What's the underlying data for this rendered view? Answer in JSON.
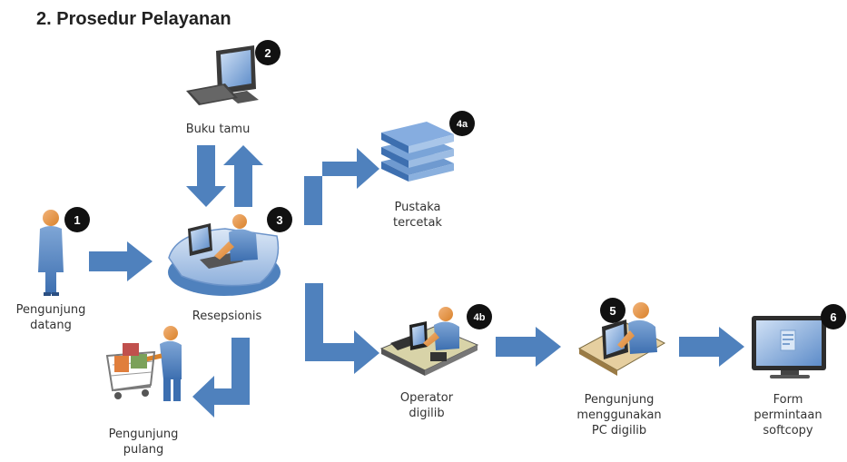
{
  "title": "2.  Prosedur Pelayanan",
  "accent_color": "#4f81bd",
  "badges": [
    "1",
    "2",
    "3",
    "4a",
    "4b",
    "5",
    "6"
  ],
  "labels": {
    "pengunjung_datang": [
      "Pengunjung",
      "datang"
    ],
    "buku_tamu": [
      "Buku tamu"
    ],
    "resepsionis": [
      "Resepsionis"
    ],
    "pustaka": [
      "Pustaka",
      "tercetak"
    ],
    "operator": [
      "Operator",
      "digilib"
    ],
    "pengunjung_pc": [
      "Pengunjung",
      "menggunakan",
      "PC digilib"
    ],
    "form": [
      "Form",
      "permintaan",
      "softcopy"
    ],
    "pulang": [
      "Pengunjung",
      "pulang"
    ]
  },
  "icons": {
    "visitor": "person-icon",
    "guestbook": "computer-icon",
    "reception": "reception-desk-icon",
    "books": "book-stack-icon",
    "operator": "operator-workstation-icon",
    "pc_user": "pc-user-icon",
    "monitor": "monitor-form-icon",
    "cart": "shopping-cart-icon"
  }
}
